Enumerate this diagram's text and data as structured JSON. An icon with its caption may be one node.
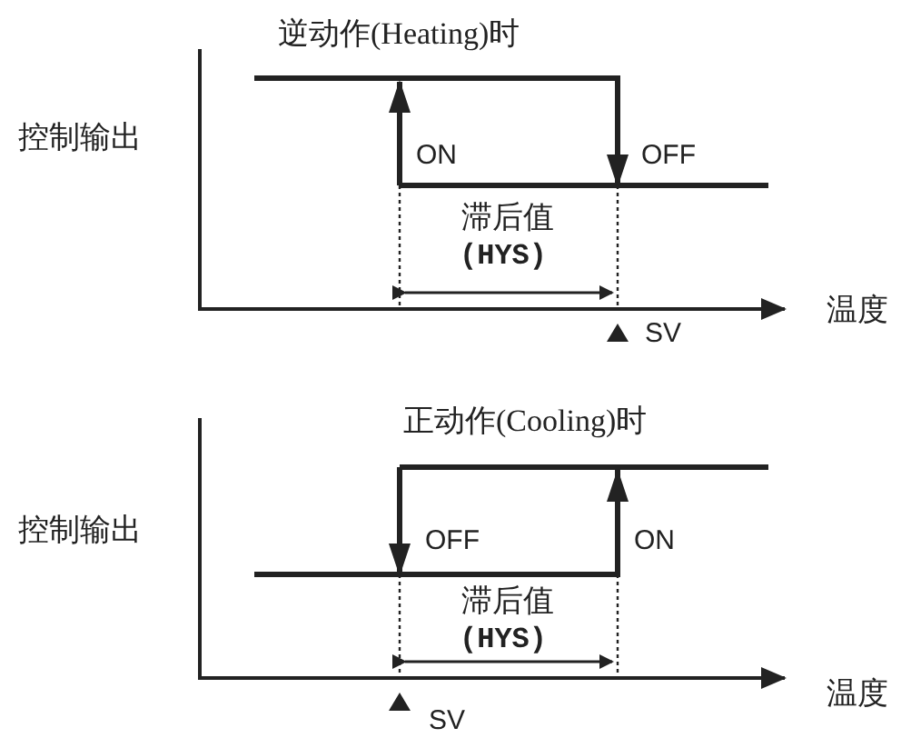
{
  "diagram": {
    "labels": [
      "逆动作(Heating)时",
      "控制输出",
      "ON",
      "OFF",
      "滞后值",
      "(HYS)",
      "温度",
      "SV",
      "正动作(Cooling)时",
      "控制输出",
      "OFF",
      "ON",
      "滞后值",
      "(HYS)",
      "温度",
      "SV"
    ]
  }
}
